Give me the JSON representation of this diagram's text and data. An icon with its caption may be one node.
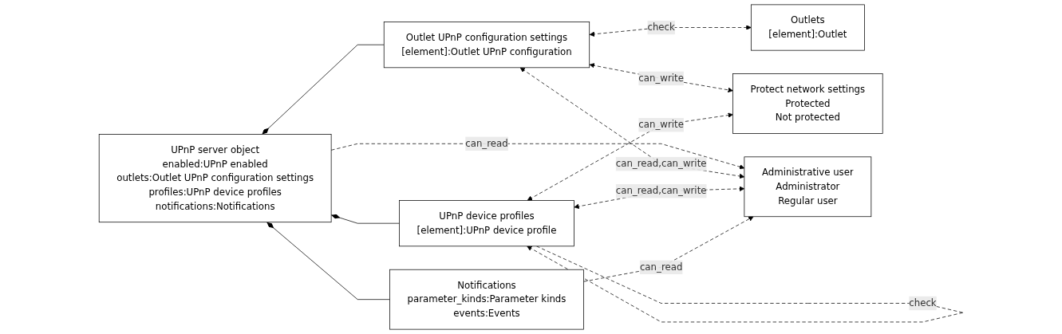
{
  "diagram": {
    "nodes": [
      {
        "text": [
          "UPnP server object",
          "enabled:UPnP enabled",
          "outlets:Outlet UPnP configuration settings",
          "profiles:UPnP device profiles",
          "notifications:Notifications"
        ]
      },
      {
        "text": [
          "Outlet UPnP configuration settings",
          "[element]:Outlet UPnP configuration"
        ]
      },
      {
        "text": [
          "UPnP device profiles",
          "[element]:UPnP device profile"
        ]
      },
      {
        "text": [
          "Notifications",
          "parameter_kinds:Parameter kinds",
          "events:Events"
        ]
      },
      {
        "text": [
          "Outlets",
          "[element]:Outlet"
        ]
      },
      {
        "text": [
          "Protect network settings",
          "Protected",
          "Not protected"
        ]
      },
      {
        "text": [
          "Administrative user",
          "Administrator",
          "Regular user"
        ]
      }
    ],
    "edges": [
      {
        "from": 0,
        "to": 1,
        "arrow": "other"
      },
      {
        "from": 0,
        "to": 2,
        "arrow": "other"
      },
      {
        "from": 0,
        "to": 3,
        "arrow": "other"
      },
      {
        "from": 0,
        "to": 6,
        "arrow": "to",
        "label": "can_read",
        "style": "dashed"
      },
      {
        "from": 1,
        "to": 4,
        "arrow": "both",
        "label": "check",
        "style": "dashed"
      },
      {
        "from": 1,
        "to": 5,
        "arrow": "both",
        "label": "can_write",
        "style": "dashed"
      },
      {
        "from": 1,
        "to": 6,
        "arrow": "both",
        "label": "can_read,can_write",
        "style": "dashed"
      },
      {
        "from": 2,
        "to": 2,
        "arrow": "to",
        "label": "check",
        "style": "dashed"
      },
      {
        "from": 2,
        "to": 5,
        "arrow": "both",
        "label": "can_write",
        "style": "dashed"
      },
      {
        "from": 2,
        "to": 6,
        "arrow": "both",
        "label": "can_read,can_write",
        "style": "dashed"
      },
      {
        "from": 3,
        "to": 6,
        "arrow": "to",
        "label": "can_read",
        "style": "dashed"
      }
    ]
  }
}
